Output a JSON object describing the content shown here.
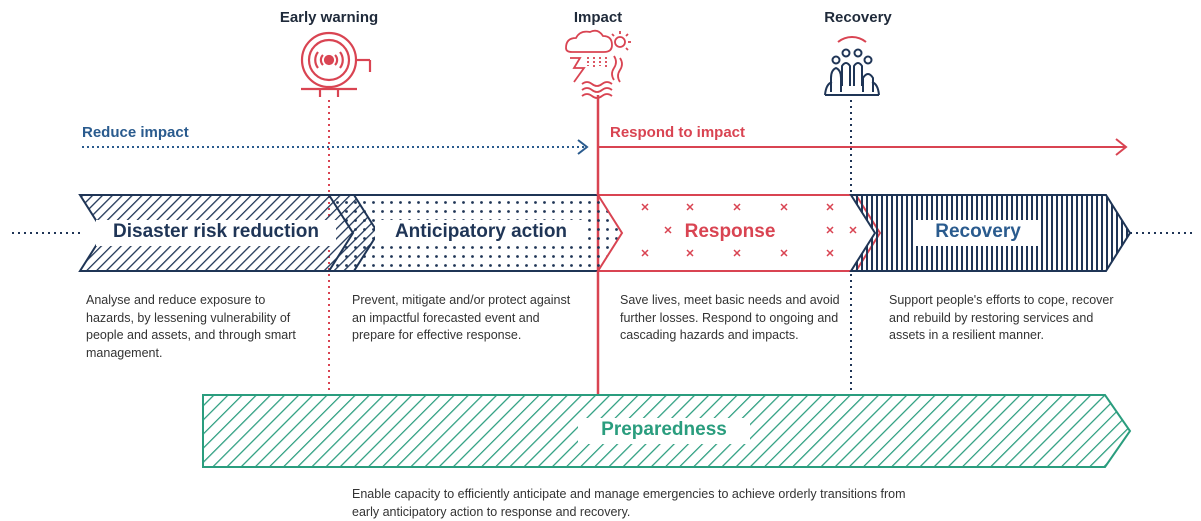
{
  "colors": {
    "navy": "#1f3556",
    "red": "#d94452",
    "green": "#2a9d7e",
    "blue_dotted": "#2a5b8e"
  },
  "icons": {
    "early_warning": "alarm-bell-icon",
    "impact": "storm-hazards-icon",
    "recovery": "people-circle-icon"
  },
  "top_labels": {
    "early_warning": "Early warning",
    "impact": "Impact",
    "recovery": "Recovery"
  },
  "arrows": {
    "reduce": "Reduce impact",
    "respond": "Respond to impact"
  },
  "phases": [
    {
      "label": "Disaster risk reduction",
      "description": "Analyse and reduce exposure to hazards, by lessening vulnerability of people and assets, and through smart management."
    },
    {
      "label": "Anticipatory action",
      "description": "Prevent, mitigate and/or protect against an impactful forecasted event and prepare for effective response."
    },
    {
      "label": "Response",
      "description": "Save lives, meet basic needs and avoid further losses. Respond to ongoing and cascading hazards and impacts."
    },
    {
      "label": "Recovery",
      "description": "Support people's efforts to cope, recover and rebuild by restoring services and assets in a resilient manner."
    }
  ],
  "preparedness": {
    "label": "Preparedness",
    "description": "Enable capacity to efficiently anticipate and manage emergencies to achieve orderly transitions from early anticipatory action to response and recovery."
  }
}
